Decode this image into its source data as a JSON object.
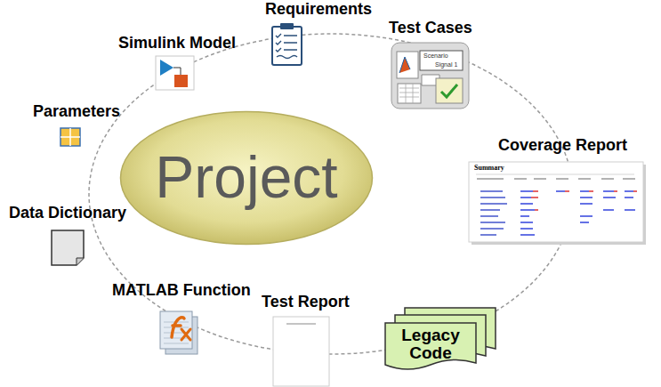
{
  "diagram": {
    "nodes": [
      {
        "text": [
          "Project"
        ]
      },
      {
        "text": [
          "Legacy Code"
        ]
      }
    ],
    "labels": [
      "Requirements",
      "Simulink Model",
      "Test Cases",
      "Scenario",
      "Signal 1",
      "Parameters",
      "Coverage Report",
      "Summary",
      "Data Dictionary",
      "MATLAB Function",
      "Test Report"
    ]
  }
}
